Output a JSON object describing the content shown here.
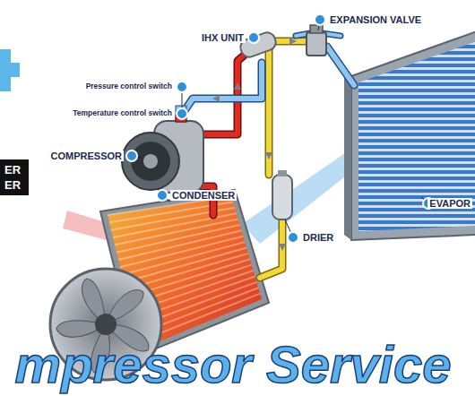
{
  "diagram": {
    "title": "mpressor Service",
    "labels": [
      "EXPANSION VALVE",
      "IHX UNIT",
      "Pressure control switch",
      "Temperature control switch",
      "COMPRESSOR",
      "CONDENSER",
      "EVAPOR",
      "DRIER",
      "ER",
      "ER"
    ]
  }
}
